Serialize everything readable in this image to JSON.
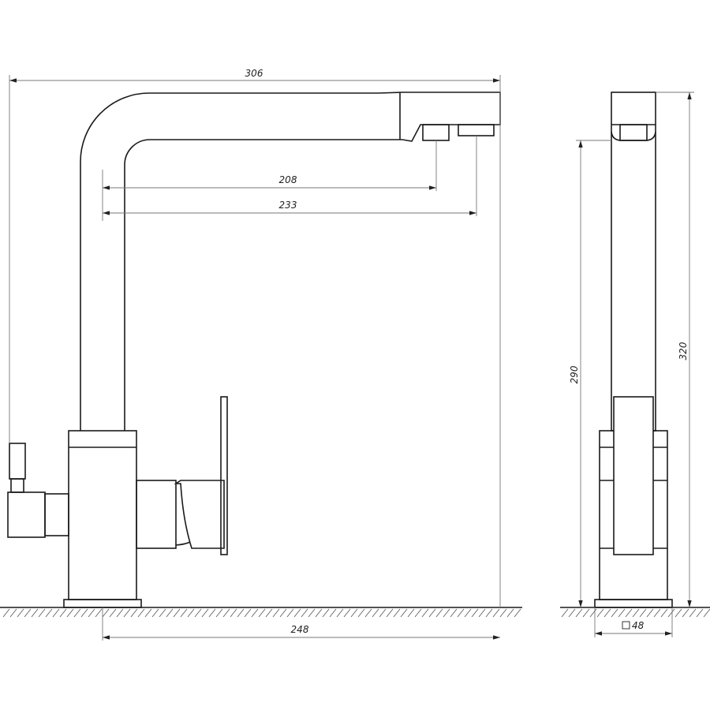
{
  "drawing": {
    "front_view": {
      "dimensions": {
        "overall_reach": "306",
        "outlet_1_reach": "208",
        "outlet_2_reach": "233",
        "base_to_spout_end": "248"
      }
    },
    "side_view": {
      "dimensions": {
        "outlet_height": "290",
        "overall_height": "320",
        "base_square": "48"
      },
      "square_symbol": "square-icon"
    },
    "colors": {
      "outline": "#1a1a1a",
      "dimension": "#777777"
    }
  }
}
